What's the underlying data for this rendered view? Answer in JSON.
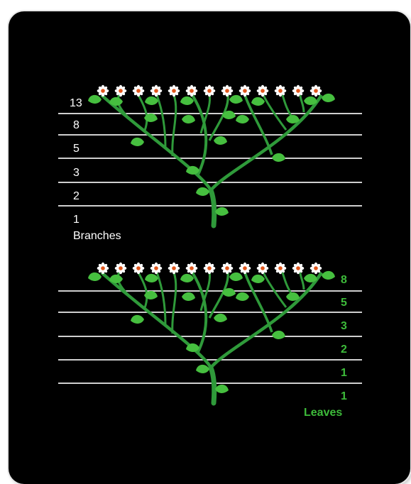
{
  "top": {
    "counts": [
      "13",
      "8",
      "5",
      "3",
      "2",
      "1"
    ],
    "caption": "Branches"
  },
  "bottom": {
    "counts": [
      "8",
      "5",
      "3",
      "2",
      "1",
      "1"
    ],
    "caption": "Leaves"
  },
  "colors": {
    "background": "#000000",
    "lines": "#cfcfcf",
    "stem": "#2f9a3a",
    "leaf": "#46bf3f",
    "petal": "#ffffff",
    "center": "#e0571d",
    "leaves_text": "#3dbb3a"
  },
  "icons": [
    "flower-icon",
    "leaf-icon",
    "stem-icon"
  ]
}
